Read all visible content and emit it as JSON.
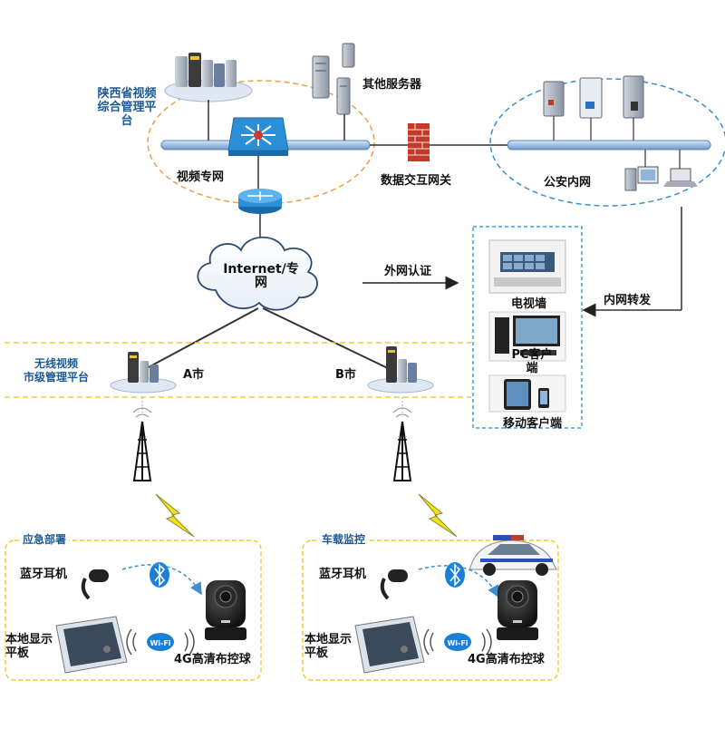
{
  "labels": {
    "province_platform": "陕西省视频\n综合管理平\n台",
    "other_servers": "其他服务器",
    "video_network": "视频专网",
    "data_gateway": "数据交互网关",
    "police_intranet": "公安内网",
    "internet": "Internet/专\n网",
    "extranet_auth": "外网认证",
    "intranet_forward": "内网转发",
    "video_wall": "电视墙",
    "pc_client": "PC客户\n端",
    "mobile_client": "移动客户端",
    "city_platform": "无线视频\n市级管理平台",
    "city_a": "A市",
    "city_b": "B市",
    "emergency": "应急部署",
    "vehicle": "车载监控",
    "bt_headset": "蓝牙耳机",
    "local_tablet": "本地显示\n平板",
    "camera_4g": "4G高清布控球"
  },
  "icons": {
    "server-rack": "server-rack-icon",
    "switch": "switch-icon",
    "router": "router-icon",
    "firewall": "firewall-icon",
    "cloud": "cloud-icon",
    "tower": "antenna-tower-icon",
    "lightning": "lightning-icon",
    "bluetooth": "bluetooth-icon",
    "wifi": "wifi-icon",
    "camera": "dome-camera-icon",
    "headset": "headset-icon",
    "tablet": "tablet-icon",
    "police-car": "police-car-icon"
  },
  "colors": {
    "network_bar": "#a9c7e8",
    "dash_orange": "#e8a04a",
    "dash_blue": "#3a8fd0",
    "dash_yellow": "#f0c93a",
    "firewall": "#c23b2a",
    "switch": "#2a8fd6",
    "label_blue": "#1a5a96",
    "lightning": "#f2e21a"
  }
}
